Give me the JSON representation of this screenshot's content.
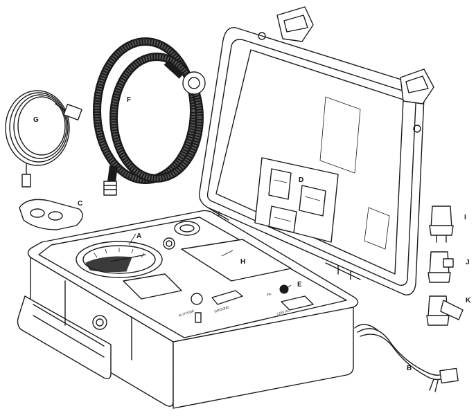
{
  "callouts": {
    "a": "A",
    "b": "B",
    "c": "C",
    "d": "D",
    "e": "E",
    "f": "F",
    "g": "G",
    "h": "H",
    "i": "I",
    "j": "J",
    "k": "K"
  },
  "panel_labels": {
    "switch_left": "ALTITUDE",
    "switch_right": "GROUND",
    "power": "120V AC",
    "fuse": "FA"
  }
}
